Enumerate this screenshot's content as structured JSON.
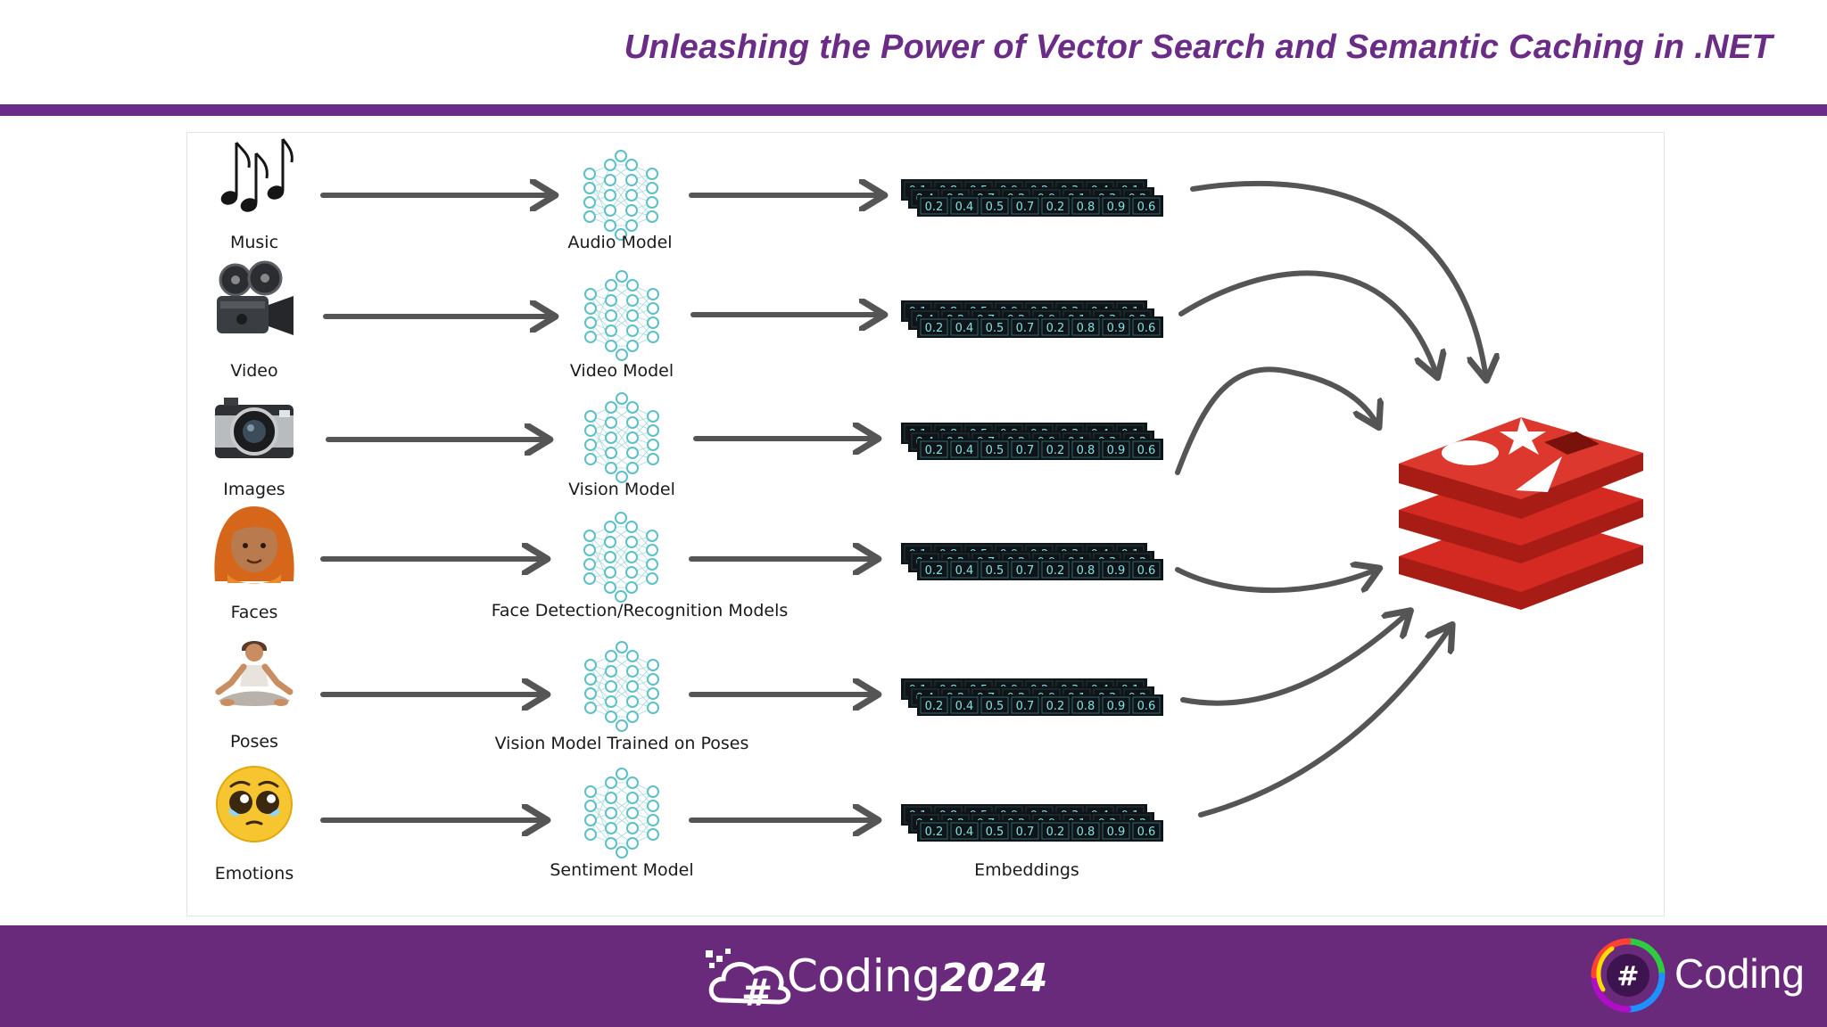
{
  "header": {
    "title": "Unleashing the Power of Vector Search and Semantic Caching in .NET"
  },
  "diagram": {
    "inputs": [
      {
        "label": "Music",
        "icon": "music-notes-icon"
      },
      {
        "label": "Video",
        "icon": "movie-camera-icon"
      },
      {
        "label": "Images",
        "icon": "camera-icon"
      },
      {
        "label": "Faces",
        "icon": "woman-face-icon"
      },
      {
        "label": "Poses",
        "icon": "lotus-pose-icon"
      },
      {
        "label": "Emotions",
        "icon": "pleading-face-icon"
      }
    ],
    "models": [
      {
        "label": "Audio Model"
      },
      {
        "label": "Video Model"
      },
      {
        "label": "Vision Model"
      },
      {
        "label": "Face Detection/Recognition Models"
      },
      {
        "label": "Vision Model Trained on Poses"
      },
      {
        "label": "Sentiment Model"
      }
    ],
    "embedding_values": [
      "0.2",
      "0.4",
      "0.5",
      "0.7",
      "0.2",
      "0.8",
      "0.9",
      "0.6"
    ],
    "embedding_back_values": [
      "0.1",
      "0.8",
      "0.5",
      "0.9",
      "0.2",
      "0.3",
      "0.4",
      "0.1"
    ],
    "embedding_mid_values": [
      "0.4",
      "0.2",
      "0.7",
      "0.2",
      "0.9",
      "0.1",
      "0.3",
      "0.2"
    ],
    "embeddings_label": "Embeddings",
    "store_icon": "redis-icon"
  },
  "footer": {
    "event_name": "Coding",
    "event_year": "2024",
    "brand_name": "Coding",
    "brand_symbol": "#"
  },
  "colors": {
    "purple": "#6a2c86",
    "footer_purple": "#6a2a7c",
    "arrow": "#555555",
    "neural_node": "#5bc0c8",
    "embedding_bg": "#101418",
    "embedding_text": "#7fe0e0",
    "redis_red": "#d42a22"
  }
}
